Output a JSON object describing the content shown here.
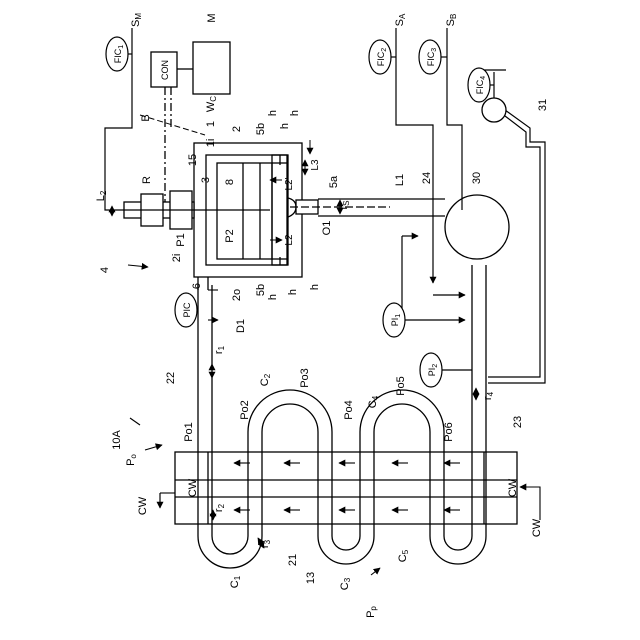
{
  "figure_label": "10A",
  "labels": {
    "SM": "S",
    "SM_sub": "M",
    "M": "M",
    "CON": "CON",
    "SA": "S",
    "SA_sub": "A",
    "SB": "S",
    "SB_sub": "B",
    "FIC1": "FIC",
    "FIC1_sub": "1",
    "FIC2": "FIC",
    "FIC2_sub": "2",
    "FIC3": "FIC",
    "FIC3_sub": "3",
    "FIC4": "FIC",
    "FIC4_sub": "4",
    "PIC": "PIC",
    "PI1": "PI",
    "PI1_sub": "1",
    "PI2": "PI",
    "PI2_sub": "2",
    "B": "B",
    "WC": "W",
    "WC_sub": "C",
    "n1": "1",
    "n1i": "1i",
    "n2": "2",
    "n2i": "2i",
    "n2o": "2o",
    "n3": "3",
    "n4": "4",
    "n5a": "5a",
    "n5b_top": "5b",
    "n5b_bot": "5b",
    "n6": "6",
    "n8": "8",
    "n13": "13",
    "n15": "15",
    "n21": "21",
    "n22": "22",
    "n23": "23",
    "n24": "24",
    "n30": "30",
    "n31": "31",
    "R": "R",
    "L1": "L1",
    "L2_left": "L",
    "L2_left_sub": "2",
    "L2p_top": "L2'",
    "L2_bot": "L2",
    "L3": "L3",
    "h": "h",
    "rs": "r",
    "rs_sub": "S",
    "O1": "O1",
    "P1": "P1",
    "P2": "P2",
    "D1": "D1",
    "r1": "r",
    "r1_sub": "1",
    "r2": "r",
    "r2_sub": "2",
    "r3": "r",
    "r3_sub": "3",
    "r4": "r",
    "r4_sub": "4",
    "C1": "C",
    "C1_sub": "1",
    "C2": "C",
    "C2_sub": "2",
    "C3": "C",
    "C3_sub": "3",
    "C4": "C",
    "C4_sub": "4",
    "C5": "C",
    "C5_sub": "5",
    "Po": "P",
    "Po_sub": "o",
    "Pp": "P",
    "Pp_sub": "p",
    "Po1": "Po1",
    "Po2": "Po2",
    "Po3": "Po3",
    "Po4": "Po4",
    "Po5": "Po5",
    "Po6": "Po6",
    "CW": "CW"
  }
}
